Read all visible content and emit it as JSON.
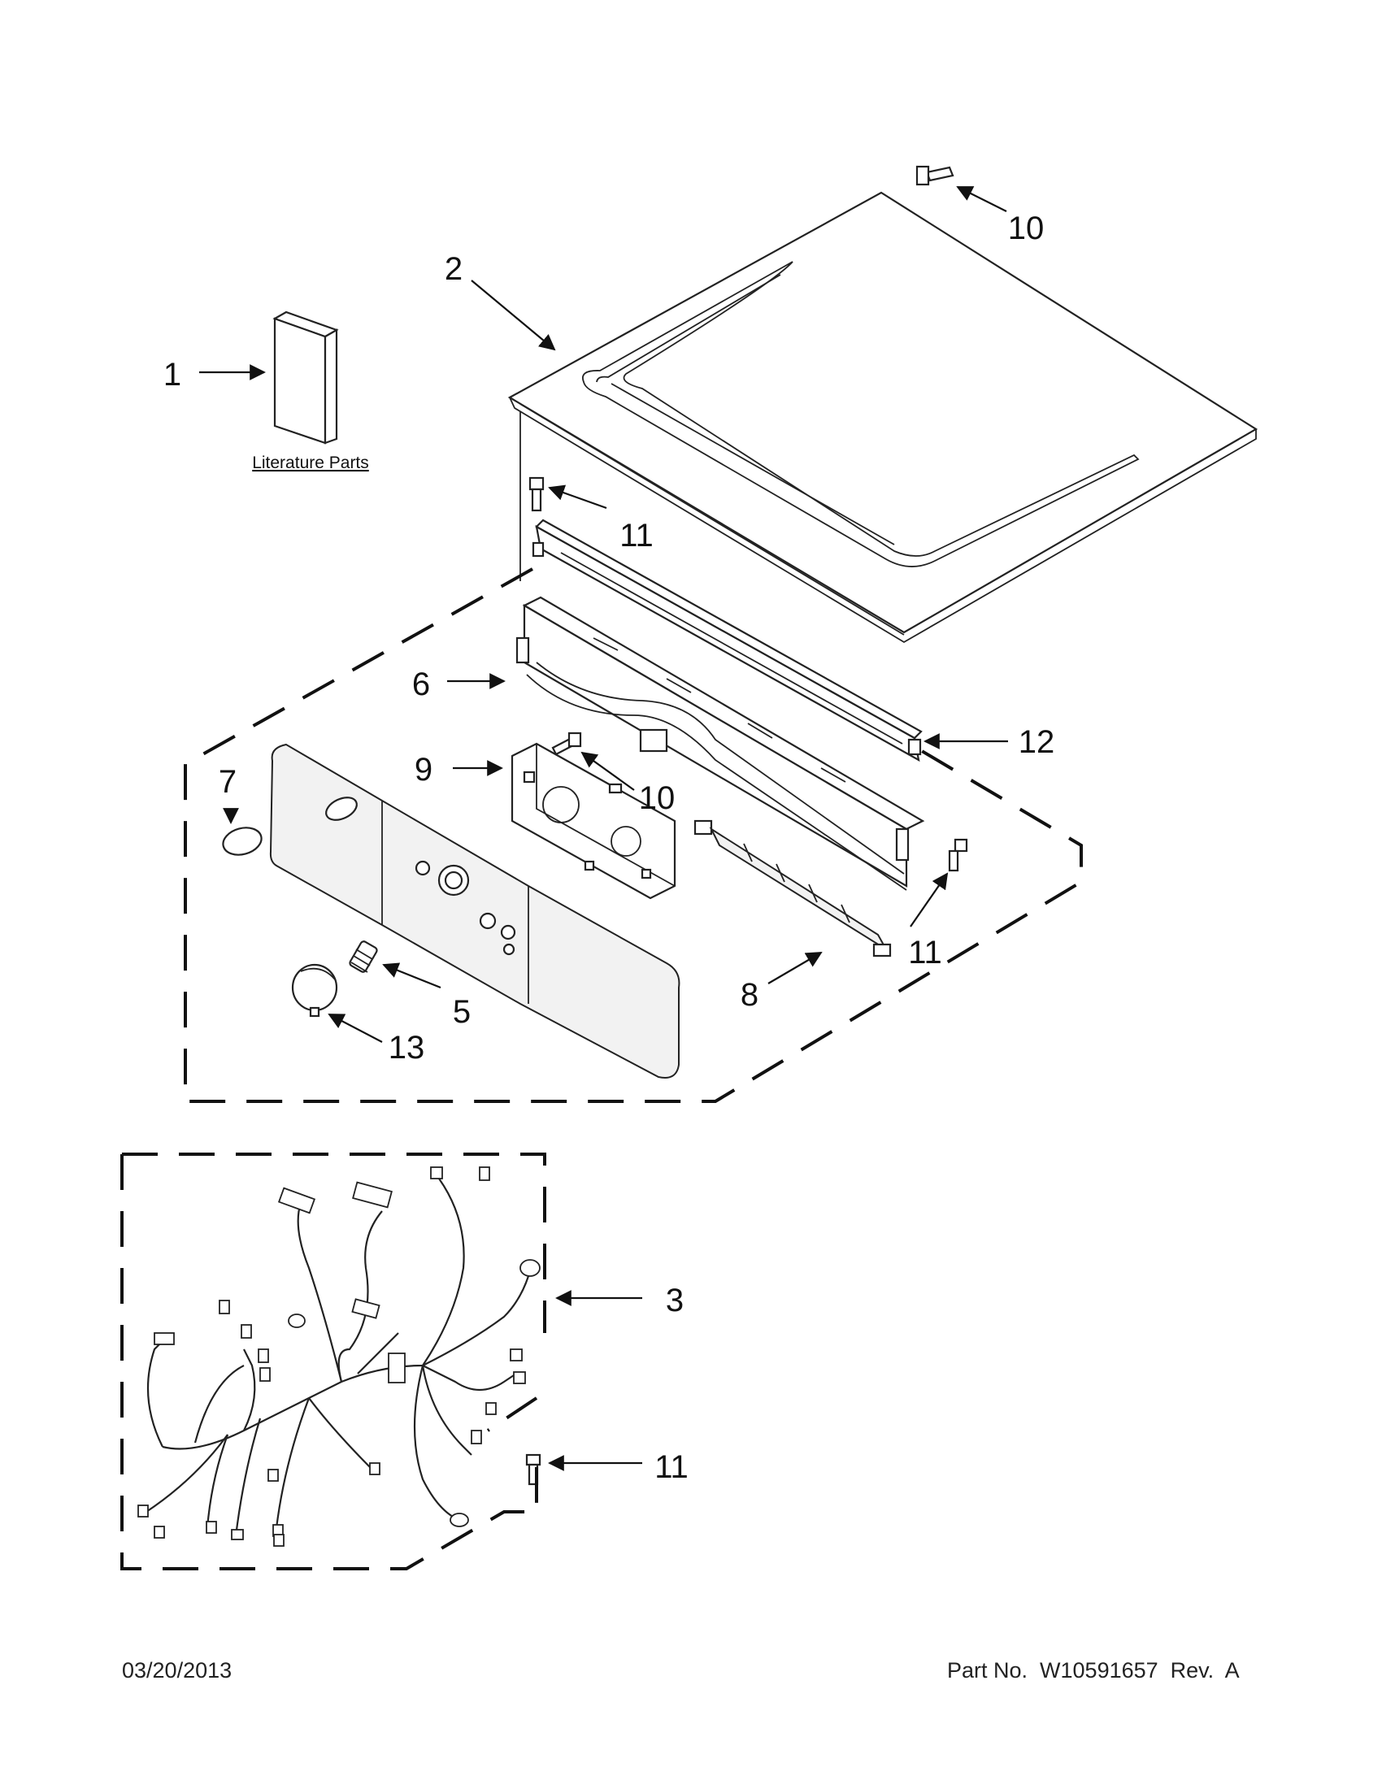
{
  "literature_label": "Literature Parts",
  "callouts": {
    "c1": "1",
    "c2": "2",
    "c3": "3",
    "c5": "5",
    "c6": "6",
    "c7": "7",
    "c8": "8",
    "c9": "9",
    "c10a": "10",
    "c10b": "10",
    "c11a": "11",
    "c11b": "11",
    "c11c": "11",
    "c12": "12",
    "c13": "13"
  },
  "footer": {
    "date": "03/20/2013",
    "part_no": "Part No.  W10591657  Rev.  A"
  }
}
